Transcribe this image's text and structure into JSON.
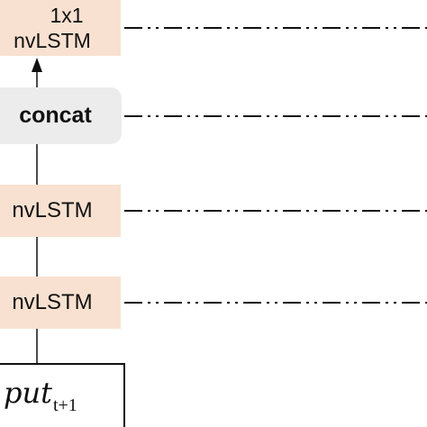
{
  "blocks": {
    "top_lstm": {
      "line1": "1x1",
      "line2": "nvLSTM"
    },
    "concat": {
      "label": "concat"
    },
    "mid_lstm": {
      "label": "nvLSTM"
    },
    "low_lstm": {
      "label": "nvLSTM"
    },
    "input": {
      "label": "put",
      "subscript": "t+1"
    }
  },
  "colors": {
    "lstm_fill": "#f8e1d0",
    "concat_fill": "#ececec",
    "line": "#111111"
  }
}
